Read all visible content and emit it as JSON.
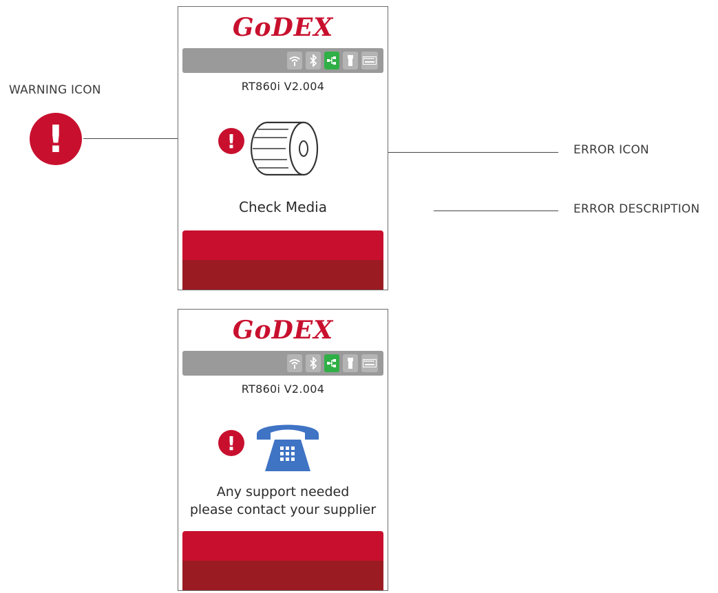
{
  "callouts": {
    "warning_icon": "WARNING ICON",
    "error_icon": "ERROR ICON",
    "error_description": "ERROR DESCRIPTION"
  },
  "screens": [
    {
      "logo": "GoDEX",
      "model": "RT860i V2.004",
      "status_icons": [
        "wifi-icon",
        "bluetooth-icon",
        "network-icon",
        "usb-icon",
        "keyboard-icon"
      ],
      "warning_symbol": "!",
      "error_icon": "media-roll-icon",
      "message": "Check Media"
    },
    {
      "logo": "GoDEX",
      "model": "RT860i V2.004",
      "status_icons": [
        "wifi-icon",
        "bluetooth-icon",
        "network-icon",
        "usb-icon",
        "keyboard-icon"
      ],
      "warning_symbol": "!",
      "error_icon": "telephone-icon",
      "message_line1": "Any support needed",
      "message_line2": "please contact your supplier"
    }
  ],
  "colors": {
    "brand_red": "#c8102e",
    "dark_red": "#9b1b22",
    "status_gray": "#9a9a9a",
    "active_green": "#2fb046",
    "phone_blue": "#3f73c4"
  }
}
